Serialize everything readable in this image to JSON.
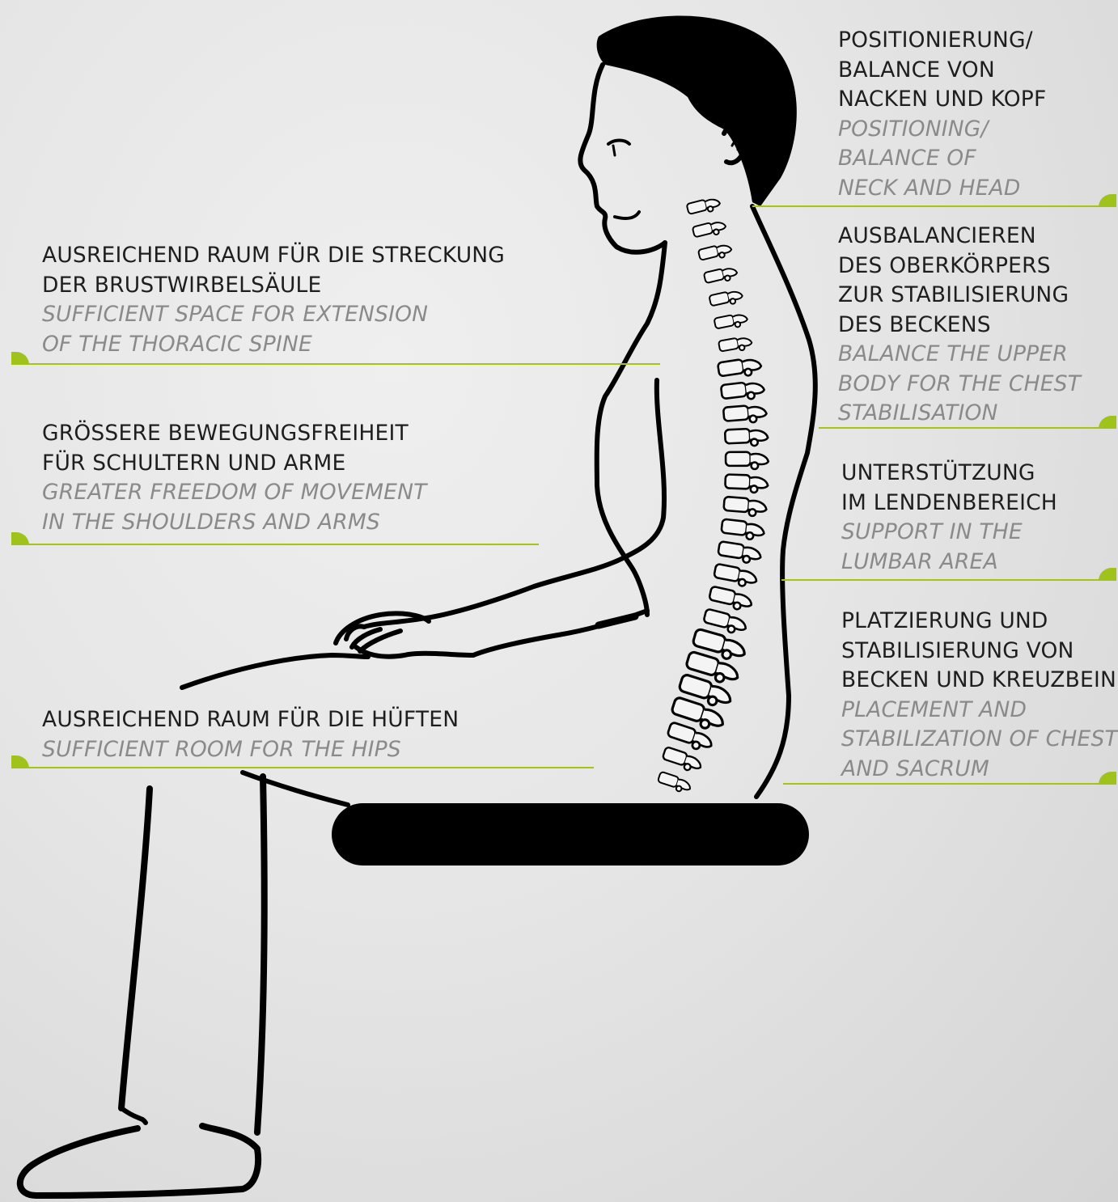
{
  "colors": {
    "accent": "#9fc31a",
    "text_primary": "#1e1e1e",
    "text_secondary": "#8a8a8a",
    "drawing": "#000000"
  },
  "callouts": [
    {
      "id": "neck-head",
      "lines_de": [
        "POSITIONIERUNG/",
        "BALANCE VON",
        "NACKEN UND KOPF"
      ],
      "lines_en": [
        "POSITIONING/",
        "BALANCE OF",
        "NECK AND HEAD"
      ]
    },
    {
      "id": "upper-body",
      "lines_de": [
        "AUSBALANCIEREN",
        "DES OBERKÖRPERS",
        "ZUR STABILISIERUNG",
        "DES BECKENS"
      ],
      "lines_en": [
        "BALANCE THE UPPER",
        "BODY FOR THE CHEST",
        "STABILISATION"
      ]
    },
    {
      "id": "lumbar",
      "lines_de": [
        "UNTERSTÜTZUNG",
        "IM LENDENBEREICH"
      ],
      "lines_en": [
        "SUPPORT IN THE",
        "LUMBAR AREA"
      ]
    },
    {
      "id": "pelvis-sacrum",
      "lines_de": [
        "PLATZIERUNG UND",
        "STABILISIERUNG VON",
        "BECKEN UND KREUZBEIN"
      ],
      "lines_en": [
        "PLACEMENT AND",
        "STABILIZATION OF CHEST",
        "AND SACRUM"
      ]
    },
    {
      "id": "thoracic",
      "lines_de": [
        "AUSREICHEND RAUM FÜR DIE STRECKUNG",
        "DER BRUSTWIRBELSÄULE"
      ],
      "lines_en": [
        "SUFFICIENT SPACE FOR EXTENSION",
        "OF THE THORACIC SPINE"
      ]
    },
    {
      "id": "shoulders",
      "lines_de": [
        "GRÖSSERE BEWEGUNGSFREIHEIT",
        "FÜR SCHULTERN UND ARME"
      ],
      "lines_en": [
        "GREATER FREEDOM OF MOVEMENT",
        "IN THE SHOULDERS AND ARMS"
      ]
    },
    {
      "id": "hips",
      "lines_de": [
        "AUSREICHEND RAUM FÜR DIE HÜFTEN"
      ],
      "lines_en": [
        "SUFFICIENT ROOM FOR THE HIPS"
      ]
    }
  ],
  "icons": [
    "seated-person-figure-icon",
    "spine-icon",
    "seat-cushion-icon"
  ]
}
